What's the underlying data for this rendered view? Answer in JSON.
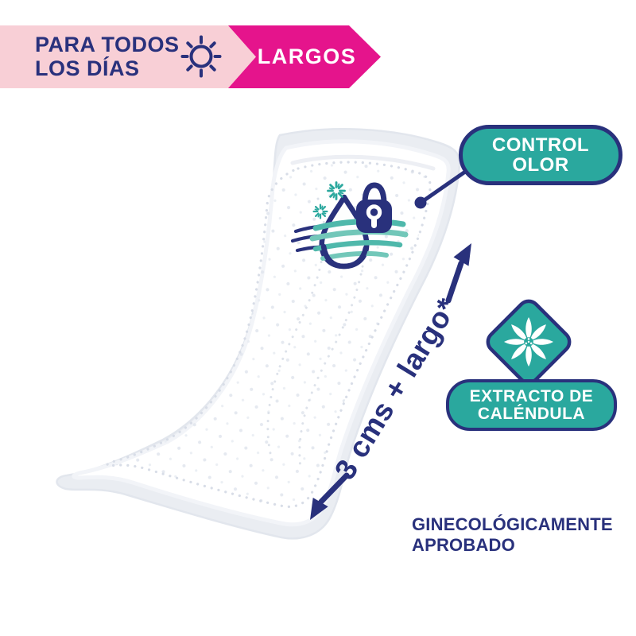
{
  "banner": {
    "audience_line1": "PARA TODOS",
    "audience_line2": "LOS DÍAS",
    "variant_label": "LARGOS",
    "colors": {
      "pink": "#F8CFD6",
      "magenta": "#E5148C",
      "navy": "#29317C"
    }
  },
  "callouts": {
    "odor_control": {
      "line1": "CONTROL",
      "line2": "OLOR",
      "fill": "#2AA89E",
      "border": "#29317C",
      "text_color": "#FFFFFF"
    },
    "calendula": {
      "line1": "EXTRACTO DE",
      "line2": "CALÉNDULA",
      "fill": "#2AA89E",
      "border": "#29317C",
      "text_color": "#FFFFFF"
    },
    "measure": {
      "label": "3 cms + largo*",
      "color": "#29317C"
    },
    "approval": {
      "line1": "GINECOLÓGICAMENTE",
      "line2": "APROBADO",
      "color": "#29317C"
    }
  },
  "icons": {
    "sun": "sun-icon",
    "water_drop": "water-drop-icon",
    "padlock": "padlock-icon",
    "odor_waves": "odor-waves-icon",
    "sparkles": "sparkle-icon",
    "calendula_flower": "calendula-flower-icon",
    "arrow_up": "arrow-up-right-icon",
    "arrow_down": "arrow-down-left-icon"
  },
  "product_colors": {
    "pad_shadow": "#EAEDF2",
    "pad_surface": "#FFFFFF",
    "teal_accent": "#2AA89E",
    "wave_teal_light": "#72C7B9",
    "wave_teal": "#4FB8AB"
  }
}
